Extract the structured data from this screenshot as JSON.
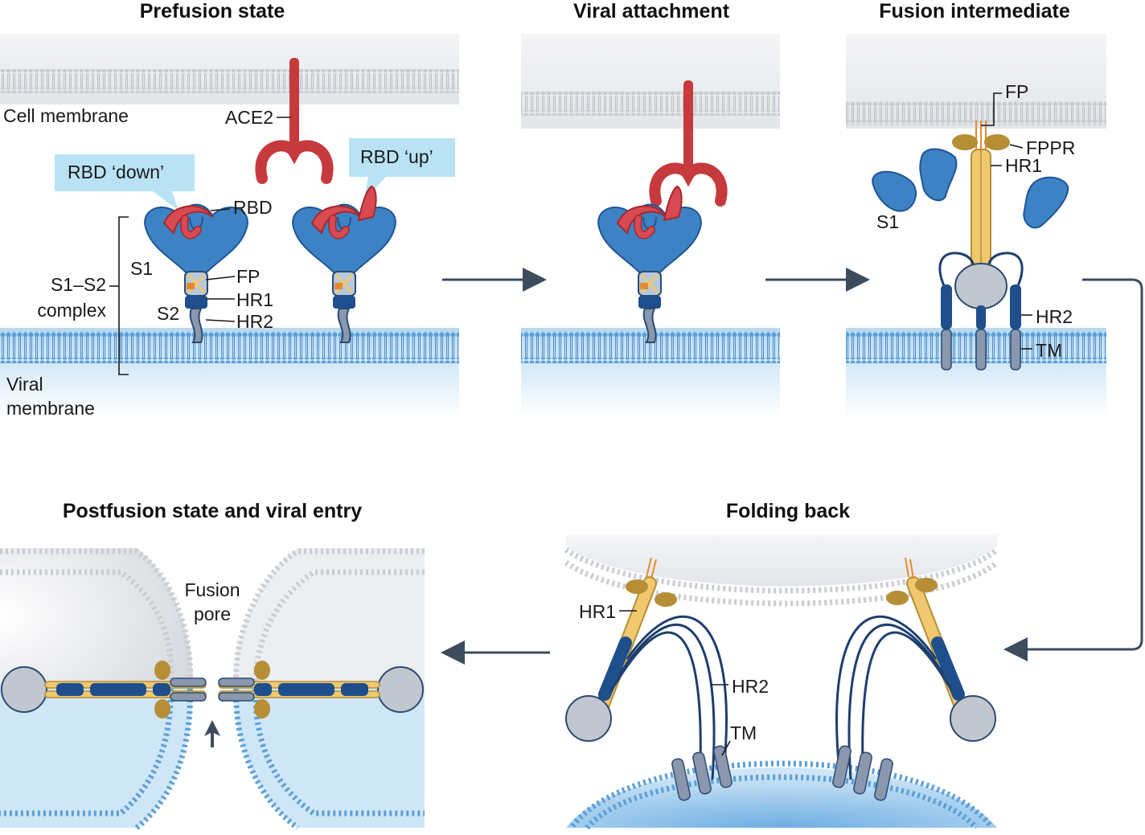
{
  "titles": {
    "prefusion": "Prefusion state",
    "attachment": "Viral attachment",
    "intermediate": "Fusion intermediate",
    "postfusion": "Postfusion state and viral entry",
    "folding": "Folding back"
  },
  "labels": {
    "cell_membrane": "Cell membrane",
    "ace2": "ACE2",
    "rbd_down": "RBD ‘down’",
    "rbd_up": "RBD ‘up’",
    "rbd": "RBD",
    "s1": "S1",
    "s2": "S2",
    "s1s2_line1": "S1–S2",
    "s1s2_line2": "complex",
    "fp": "FP",
    "hr1": "HR1",
    "hr2": "HR2",
    "viral_line1": "Viral",
    "viral_line2": "membrane",
    "fppr": "FPPR",
    "tm": "TM",
    "fusion_line1": "Fusion",
    "fusion_line2": "pore"
  },
  "colors": {
    "title_text": "#111111",
    "label_text": "#1a1a1a",
    "callout_fill": "#b9e3f5",
    "cell_membrane": "#c9cdd2",
    "viral_membrane": "#5b9fd6",
    "ace2": "#c63a3e",
    "spike_s1": "#3d82c4",
    "rbd": "#d84a52",
    "hr1": "#f0c870",
    "hr2": "#1e4e8c",
    "fppr": "#b58e35",
    "core_globule": "#c2c6cf",
    "arrow": "#3d4c5d"
  }
}
